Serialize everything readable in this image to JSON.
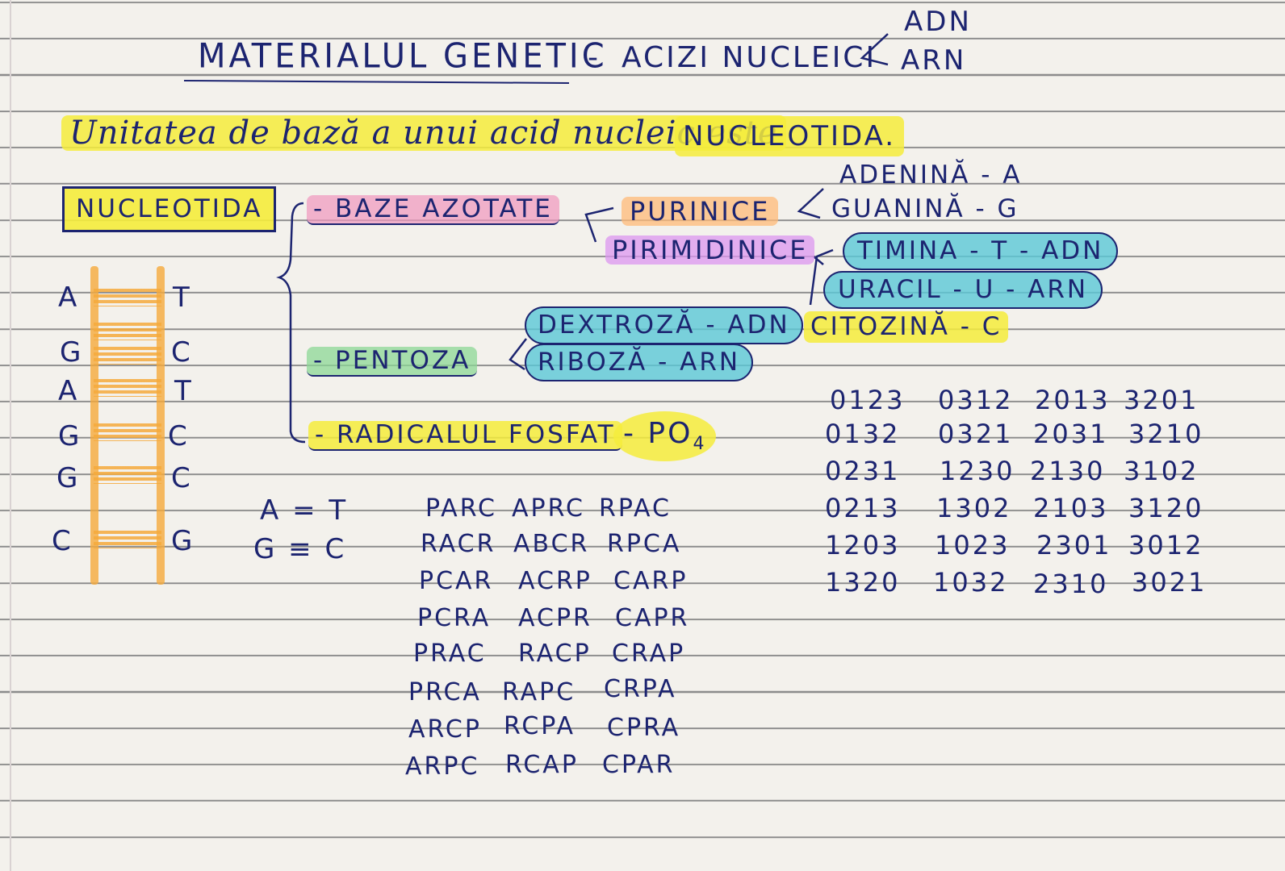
{
  "title": {
    "main": "MATERIALUL GENETIC",
    "dash": "-",
    "sub": "ACIZI NUCLEICI",
    "branch_top": "ADN",
    "branch_bottom": "ARN"
  },
  "definition": {
    "text": "Unitatea de bază a unui acid nucleic este",
    "keyword": "NUCLEOTIDA."
  },
  "nucleotide": {
    "label": "NUCLEOTIDA",
    "components": {
      "bases": "- BAZE AZOTATE",
      "pentose": "- PENTOZA",
      "phosphate": "- RADICALUL FOSFAT",
      "phosphate_formula": "- PO",
      "phosphate_subscript": "4"
    }
  },
  "bases": {
    "purines": "PURINICE",
    "pyrimidines": "PIRIMIDINICE",
    "adenine": "ADENINĂ - A",
    "guanine": "GUANINĂ - G",
    "thymine": "TIMINA - T - ADN",
    "uracil": "URACIL - U - ARN",
    "cytosine": "CITOZINĂ - C"
  },
  "pentose": {
    "dextrose": "DEXTROZĂ - ADN",
    "ribose": "RIBOZĂ - ARN"
  },
  "ladder": {
    "left": [
      "A",
      "G",
      "A",
      "G",
      "G",
      "C"
    ],
    "right": [
      "T",
      "C",
      "T",
      "C",
      "C",
      "G"
    ]
  },
  "pairing": {
    "at": "A = T",
    "gc": "G ≡ C"
  },
  "permutations_letters": [
    [
      "PARC",
      "APRC",
      "RPAC"
    ],
    [
      "RACR",
      "ABCR",
      "RPCA"
    ],
    [
      "PCAR",
      "ACRP",
      "CARP"
    ],
    [
      "PCRA",
      "ACPR",
      "CAPR"
    ],
    [
      "PRAC",
      "RACP",
      "CRAP"
    ],
    [
      "PRCA",
      "RAPC",
      "CRPA"
    ],
    [
      "ARCP",
      "RCPA",
      "CPRA"
    ],
    [
      "ARPC",
      "RCAP",
      "CPAR"
    ]
  ],
  "permutations_numbers": [
    [
      "0123",
      "0312",
      "2013",
      "3201"
    ],
    [
      "0132",
      "0321",
      "2031",
      "3210"
    ],
    [
      "0231",
      "1230",
      "2130",
      "3102"
    ],
    [
      "0213",
      "1302",
      "2103",
      "3120"
    ],
    [
      "1203",
      "1023",
      "2301",
      "3012"
    ],
    [
      "1320",
      "1032",
      "2310",
      "3021"
    ]
  ]
}
